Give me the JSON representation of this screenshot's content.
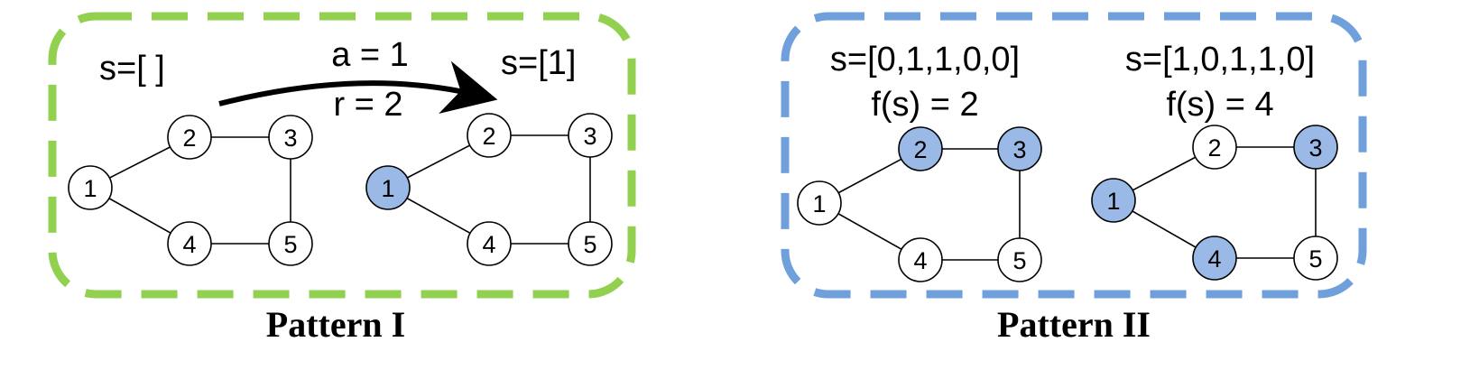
{
  "colors": {
    "pattern1_border": "#92d050",
    "pattern2_border": "#6fa0dc",
    "selected_node": "#9bb9e6",
    "unselected_node": "#ffffff"
  },
  "pattern1": {
    "caption": "Pattern I",
    "state_before": "s=[ ]",
    "state_after": "s=[1]",
    "action": "a = 1",
    "reward": "r = 2",
    "graph_before": {
      "nodes": [
        {
          "label": "1",
          "selected": false
        },
        {
          "label": "2",
          "selected": false
        },
        {
          "label": "3",
          "selected": false
        },
        {
          "label": "4",
          "selected": false
        },
        {
          "label": "5",
          "selected": false
        }
      ]
    },
    "graph_after": {
      "nodes": [
        {
          "label": "1",
          "selected": true
        },
        {
          "label": "2",
          "selected": false
        },
        {
          "label": "3",
          "selected": false
        },
        {
          "label": "4",
          "selected": false
        },
        {
          "label": "5",
          "selected": false
        }
      ]
    }
  },
  "pattern2": {
    "caption": "Pattern II",
    "left": {
      "state": "s=[0,1,1,0,0]",
      "score": "f(s) = 2",
      "nodes": [
        {
          "label": "1",
          "selected": false
        },
        {
          "label": "2",
          "selected": true
        },
        {
          "label": "3",
          "selected": true
        },
        {
          "label": "4",
          "selected": false
        },
        {
          "label": "5",
          "selected": false
        }
      ]
    },
    "right": {
      "state": "s=[1,0,1,1,0]",
      "score": "f(s) = 4",
      "nodes": [
        {
          "label": "1",
          "selected": true
        },
        {
          "label": "2",
          "selected": false
        },
        {
          "label": "3",
          "selected": true
        },
        {
          "label": "4",
          "selected": true
        },
        {
          "label": "5",
          "selected": false
        }
      ]
    }
  }
}
